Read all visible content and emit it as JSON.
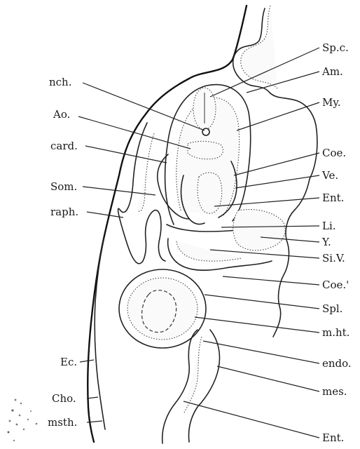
{
  "labels": {
    "left": [
      "nch.",
      "Ao.",
      "card.",
      "Som.",
      "raph.",
      "Ec.",
      "Cho.",
      "msth."
    ],
    "right": [
      "Sp.c.",
      "Am.",
      "My.",
      "Coe.",
      "Ve.",
      "Ent.",
      "Li.",
      "Y.",
      "Si.V.",
      "Coe.'",
      "Spl.",
      "m.ht.",
      "endo.",
      "mes.",
      "Ent."
    ]
  }
}
